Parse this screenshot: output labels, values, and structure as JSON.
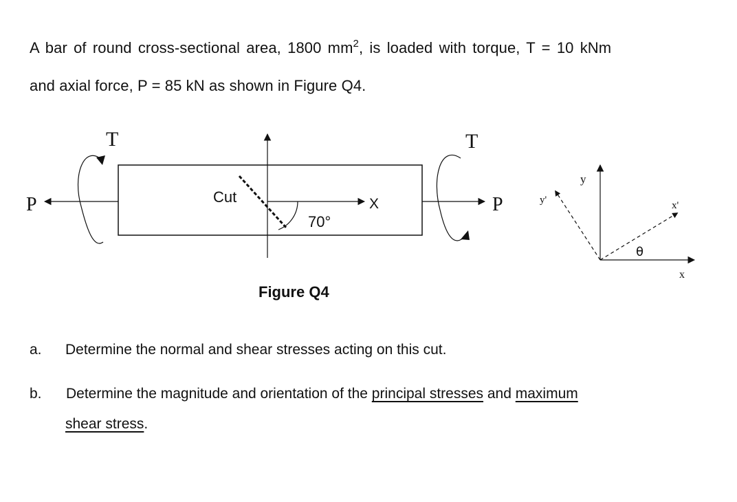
{
  "problem": {
    "intro_line1_prefix": "A bar of round cross-sectional area, 1800 mm",
    "intro_line1_sup": "2",
    "intro_line1_suffix": ", is loaded with torque, T = 10 kNm",
    "intro_line2": "and axial force, P = 85 kN as shown in Figure Q4."
  },
  "figure": {
    "torque_left": "T",
    "torque_right": "T",
    "force_left": "P",
    "force_right": "P",
    "cut_label": "Cut",
    "angle_label": "70°",
    "axis_x": "X",
    "caption": "Figure Q4",
    "rot_y": "y",
    "rot_y_prime": "y'",
    "rot_x_prime": "x'",
    "rot_x": "x",
    "rot_theta": "θ"
  },
  "questions": [
    {
      "label": "a.",
      "text": "Determine the normal and shear stresses acting on this cut."
    },
    {
      "label": "b.",
      "text_part1": "Determine the magnitude and orientation of the ",
      "link1": "principal stresses",
      "text_part2": " and ",
      "link2": "maximum",
      "line2": "shear stress",
      "line2_end": "."
    }
  ]
}
